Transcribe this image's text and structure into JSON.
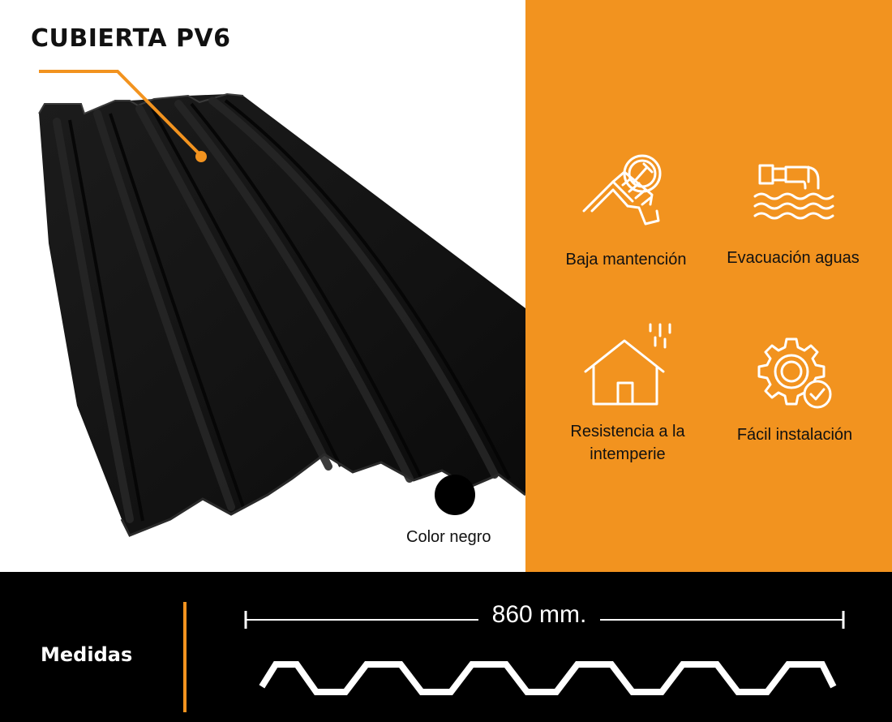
{
  "product": {
    "title": "CUBIERTA PV6",
    "color_label": "Color negro",
    "color_swatch": "#000000"
  },
  "features": [
    {
      "label": "Baja mantención",
      "icon": "roof-inspection-icon"
    },
    {
      "label": "Evacuación aguas",
      "icon": "pipe-water-icon"
    },
    {
      "label": "Resistencia a la intemperie",
      "icon": "house-rain-icon"
    },
    {
      "label": "Fácil instalación",
      "icon": "gear-check-icon"
    }
  ],
  "measures": {
    "label": "Medidas",
    "width_text": "860 mm."
  },
  "colors": {
    "accent": "#f2931f",
    "panel_bg": "#f2931f",
    "footer_bg": "#000000",
    "sheet": "#141414"
  }
}
